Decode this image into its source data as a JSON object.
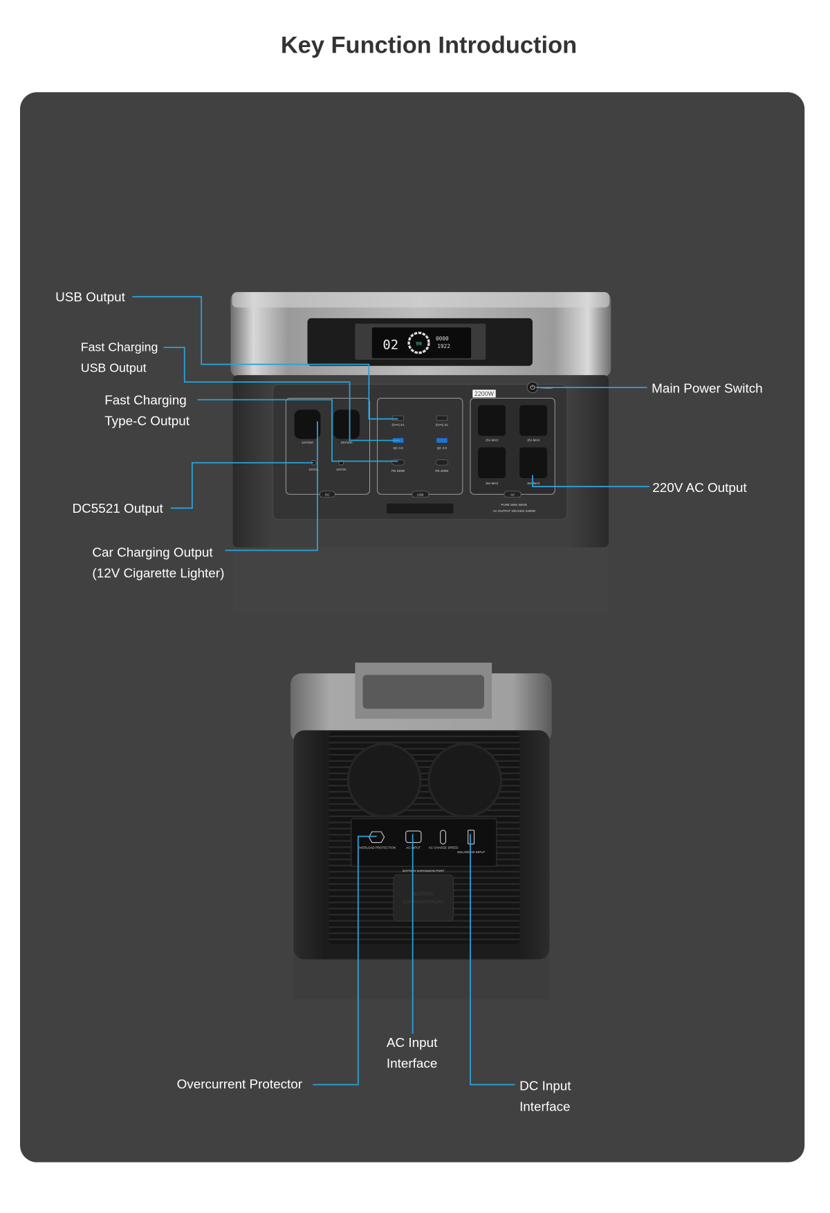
{
  "title": "Key Function Introduction",
  "accent_color": "#29a3dc",
  "front_labels": {
    "usb_output": "USB Output",
    "fast_usb_1": "Fast Charging",
    "fast_usb_2": "USB Output",
    "fast_typec_1": "Fast Charging",
    "fast_typec_2": "Type-C Output",
    "dc5521": "DC5521 Output",
    "car_1": "Car Charging Output",
    "car_2": "(12V Cigarette Lighter)",
    "power_switch": "Main Power Switch",
    "ac_output": "220V AC Output"
  },
  "back_labels": {
    "ac_input_1": "AC Input",
    "ac_input_2": "Interface",
    "overcurrent": "Overcurrent Protector",
    "dc_input_1": "DC Input",
    "dc_input_2": "Interface"
  },
  "device_front": {
    "display_main": "02",
    "display_percent": "99",
    "display_top": "0000",
    "display_bottom": "1922",
    "rating": "2200W",
    "power": "POWER",
    "dc_group": "DC",
    "usb_group": "USB",
    "ac_group": "AC",
    "sine": "PURE SINE WAVE",
    "ac_spec": "AC OUTPUT 200-240V 2200W",
    "cig_1": "12V/10A",
    "cig_2": "24V/10A",
    "dc_1": "12V/3A",
    "dc_2": "12V/3A",
    "usb_a": "5V⎓2.4A",
    "qc": "QC 3.0",
    "pd": "PD 100W",
    "ac_max": "15A MAX"
  },
  "device_back": {
    "overload": "OVERLOAD PROTECTION",
    "ac_in": "AC INPUT",
    "charge_speed": "AC CHARGE SPEED",
    "solar": "SOLAR/CAR INPUT",
    "battery_port_label": "BATTERY EXPANSION PORT",
    "battery_port_1": "BATTERY",
    "battery_port_2": "EXPANSION PORT"
  }
}
